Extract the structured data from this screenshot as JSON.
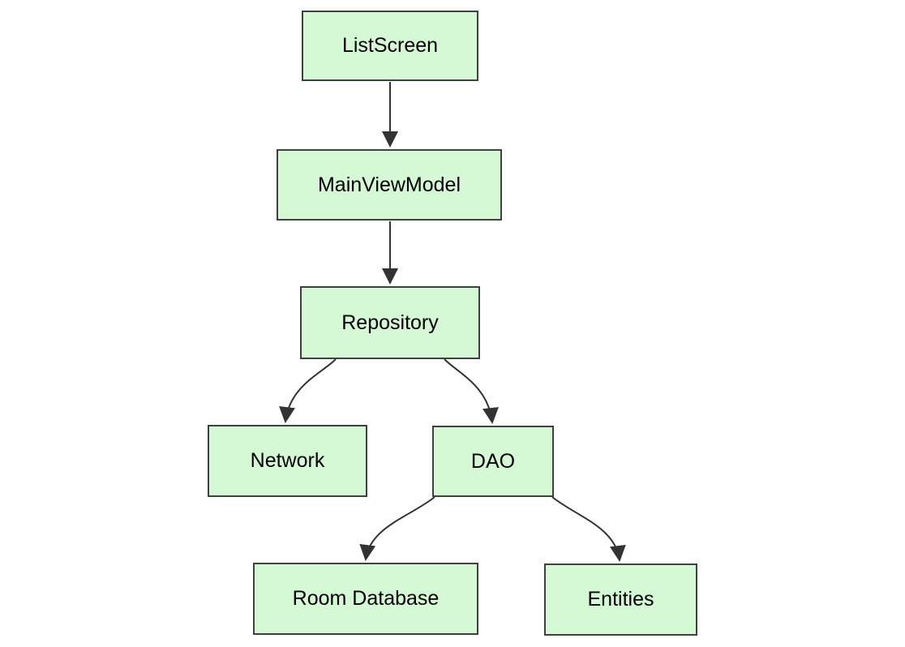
{
  "diagram": {
    "type": "flowchart",
    "direction": "top-down",
    "nodes": [
      {
        "id": "listscreen",
        "label": "ListScreen"
      },
      {
        "id": "mainviewmodel",
        "label": "MainViewModel"
      },
      {
        "id": "repository",
        "label": "Repository"
      },
      {
        "id": "network",
        "label": "Network"
      },
      {
        "id": "dao",
        "label": "DAO"
      },
      {
        "id": "roomdatabase",
        "label": "Room Database"
      },
      {
        "id": "entities",
        "label": "Entities"
      }
    ],
    "edges": [
      {
        "from": "ListScreen",
        "to": "MainViewModel"
      },
      {
        "from": "MainViewModel",
        "to": "Repository"
      },
      {
        "from": "Repository",
        "to": "Network"
      },
      {
        "from": "Repository",
        "to": "DAO"
      },
      {
        "from": "DAO",
        "to": "Room Database"
      },
      {
        "from": "DAO",
        "to": "Entities"
      }
    ],
    "colors": {
      "node_fill": "#d5f8d5",
      "node_border": "#404040",
      "edge": "#333333",
      "text": "#000000",
      "background": "#ffffff"
    }
  }
}
